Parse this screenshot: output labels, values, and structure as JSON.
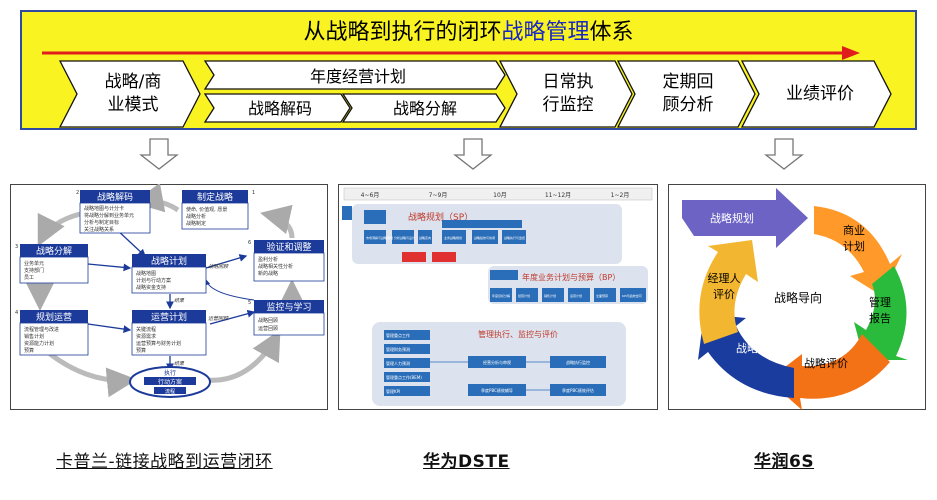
{
  "header": {
    "title_prefix": "从战略到执行的闭环",
    "title_highlight": "战略管理",
    "title_suffix": "体系",
    "steps": [
      {
        "line1": "战略/商",
        "line2": "业模式"
      },
      {
        "label": "年度经营计划"
      },
      {
        "label": "战略解码"
      },
      {
        "label": "战略分解"
      },
      {
        "line1": "日常执",
        "line2": "行监控"
      },
      {
        "line1": "定期回",
        "line2": "顾分析"
      },
      {
        "label": "业绩评价"
      }
    ]
  },
  "kaplan": {
    "caption": "卡普兰-链接战略到运营闭环",
    "nodes": [
      {
        "title": "战略解码",
        "num": "2",
        "lines": [
          "战略地图与计分卡",
          "将战略分解到业务单元",
          "分析与制定目标",
          "关注战略关系"
        ]
      },
      {
        "title": "制定战略",
        "num": "1",
        "lines": [
          "使命, 价值观, 愿景",
          "战略分析",
          "战略制定"
        ]
      },
      {
        "title": "战略分解",
        "num": "3",
        "lines": [
          "业务单元",
          "支持部门",
          "员工"
        ]
      },
      {
        "title": "战略计划",
        "num": "",
        "lines": [
          "战略地图",
          "计划与行动方案",
          "战略资金支持"
        ]
      },
      {
        "title": "验证和调整",
        "num": "6",
        "lines": [
          "盈利分析",
          "战略相关性分析",
          "新的战略"
        ]
      },
      {
        "title": "规划运营",
        "num": "4",
        "lines": [
          "流程管理与改进",
          "销售计划",
          "资源能力计划",
          "预算"
        ]
      },
      {
        "title": "运营计划",
        "num": "",
        "lines": [
          "关键流程",
          "资源需求",
          "运营预算与财务计划",
          "预算"
        ]
      },
      {
        "title": "监控与学习",
        "num": "5",
        "lines": [
          "战略回顾",
          "运营回顾"
        ]
      }
    ],
    "labels": {
      "strategy_review": "战略回顾",
      "ops_review": "运营回顾",
      "results": "结果",
      "execution": "执行",
      "action_plan": "行动方案",
      "process": "流程"
    }
  },
  "huawei": {
    "caption": "华为DSTE",
    "months": [
      "4~6月",
      "7~9月",
      "10月",
      "11~12月",
      "1~2月"
    ],
    "sp_title": "战略规划（SP）",
    "sp_boxes": [
      "市场洞察与战略规划",
      "分析战略与设计",
      "战略定向",
      "业务战略规划",
      "战略绩效与协调",
      "战略执行与监控"
    ],
    "bp_title": "年度业务计划与预算（BP）",
    "bp_boxes": [
      "年度目标分解",
      "经营计划",
      "销售计划",
      "运营计划",
      "全面预算",
      "KPI与绩效合同"
    ],
    "exec_title": "管理执行、监控与评价",
    "exec_boxes": [
      "管理重点工作",
      "管理财务预测",
      "管理人力预测",
      "管理重点工作(BEM)",
      "管理KPI"
    ],
    "review_boxes": [
      "经营分析与审视",
      "战略执行监控",
      "季度PBC绩效辅导",
      "季度PBC绩效评估"
    ]
  },
  "huarun": {
    "caption": "华润6S",
    "center": "战略导向",
    "segments": [
      {
        "label": "战略规划",
        "color": "#6c63c4"
      },
      {
        "label": "商业计划",
        "color": "#ff9a2a"
      },
      {
        "label": "管理报告",
        "color": "#2bbb3c"
      },
      {
        "label": "战略评价",
        "color": "#f37215"
      },
      {
        "label": "战略审计",
        "color": "#1a3c9e"
      },
      {
        "label": "经理人评价",
        "color": "#f2b630"
      }
    ]
  },
  "colors": {
    "banner": "#f9f321",
    "banner_border": "#2f4aa0",
    "red_arrow": "#e01c1c",
    "title_blue": "#1726c4"
  }
}
